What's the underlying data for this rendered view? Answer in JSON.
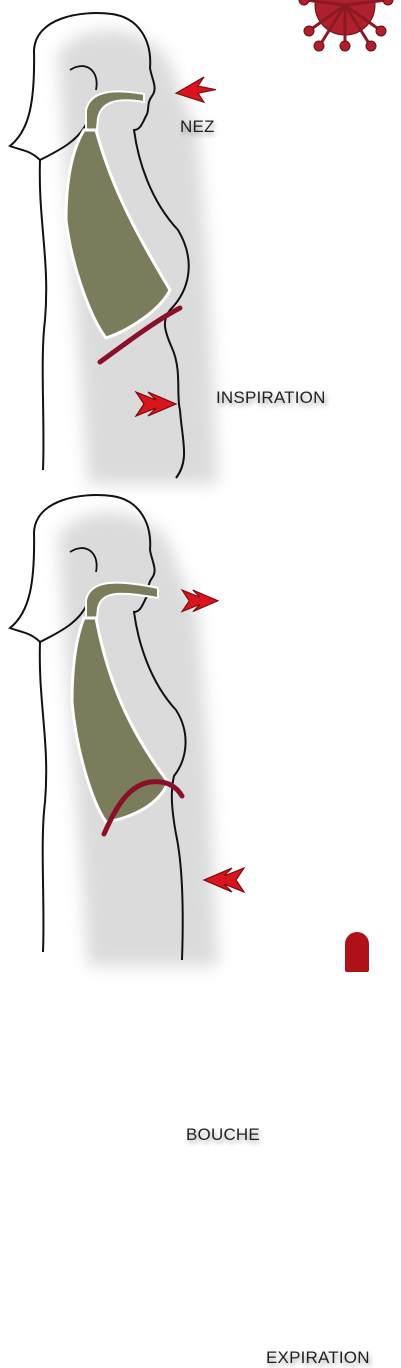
{
  "labels": {
    "nose": "NEZ",
    "inhalation": "INSPIRATION",
    "mouth": "BOUCHE",
    "exhalation": "EXPIRATION"
  },
  "colors": {
    "outline": "#111111",
    "lungs": "#7a7c5c",
    "diaphragm": "#8a1028",
    "arrow": "#d8141c",
    "arrow_dark": "#7a0a10",
    "virus": "#b0202c",
    "shadow": "#9a9a9a"
  },
  "icons": {
    "virus": "coronavirus-icon",
    "arrow": "red-arrow-icon"
  }
}
